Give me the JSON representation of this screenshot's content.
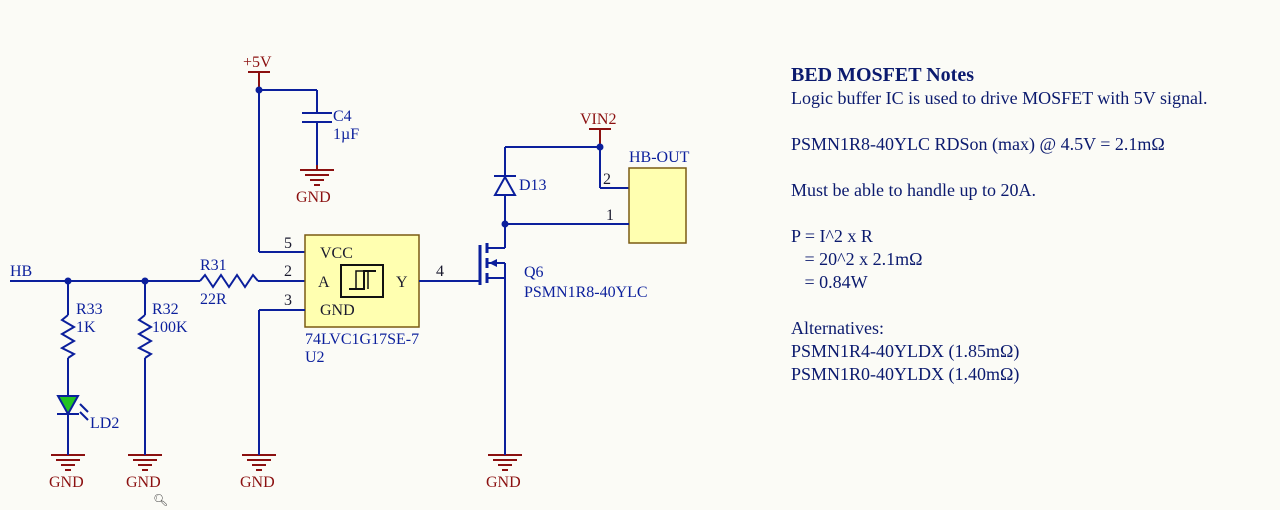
{
  "schematic": {
    "net_hb": "HB",
    "power_5v": "+5V",
    "power_vin2": "VIN2",
    "gnd_label": "GND",
    "c4": {
      "ref": "C4",
      "value": "1µF"
    },
    "r31": {
      "ref": "R31",
      "value": "22R"
    },
    "r32": {
      "ref": "R32",
      "value": "100K"
    },
    "r33": {
      "ref": "R33",
      "value": "1K"
    },
    "ld2": {
      "ref": "LD2"
    },
    "d13": {
      "ref": "D13"
    },
    "q6": {
      "ref": "Q6",
      "value": "PSMN1R8-40YLC"
    },
    "u2": {
      "ref": "U2",
      "value": "74LVC1G17SE-7",
      "pin_vcc": "VCC",
      "pin_a": "A",
      "pin_gnd": "GND",
      "pin_y": "Y",
      "pin_num_vcc": "5",
      "pin_num_a": "2",
      "pin_num_gnd": "3",
      "pin_num_y": "4"
    },
    "hb_out": {
      "ref": "HB-OUT",
      "pin1": "1",
      "pin2": "2"
    },
    "colors": {
      "wire": "#0b1f9c",
      "power": "#8b1010",
      "ic_fill": "#ffffb0",
      "led": "#22c222"
    }
  },
  "notes": {
    "title": "BED MOSFET Notes",
    "lines": [
      "Logic buffer IC is used to drive MOSFET with 5V signal.",
      "",
      "PSMN1R8-40YLC RDSon (max) @ 4.5V = 2.1mΩ",
      "",
      "Must be able to handle up to 20A.",
      "",
      "P = I^2 x R",
      "   = 20^2 x 2.1mΩ",
      "   = 0.84W",
      "",
      "Alternatives:",
      "PSMN1R4-40YLDX (1.85mΩ)",
      "PSMN1R0-40YLDX (1.40mΩ)"
    ]
  },
  "status": {
    "zoom_icon": "magnifier-icon"
  }
}
